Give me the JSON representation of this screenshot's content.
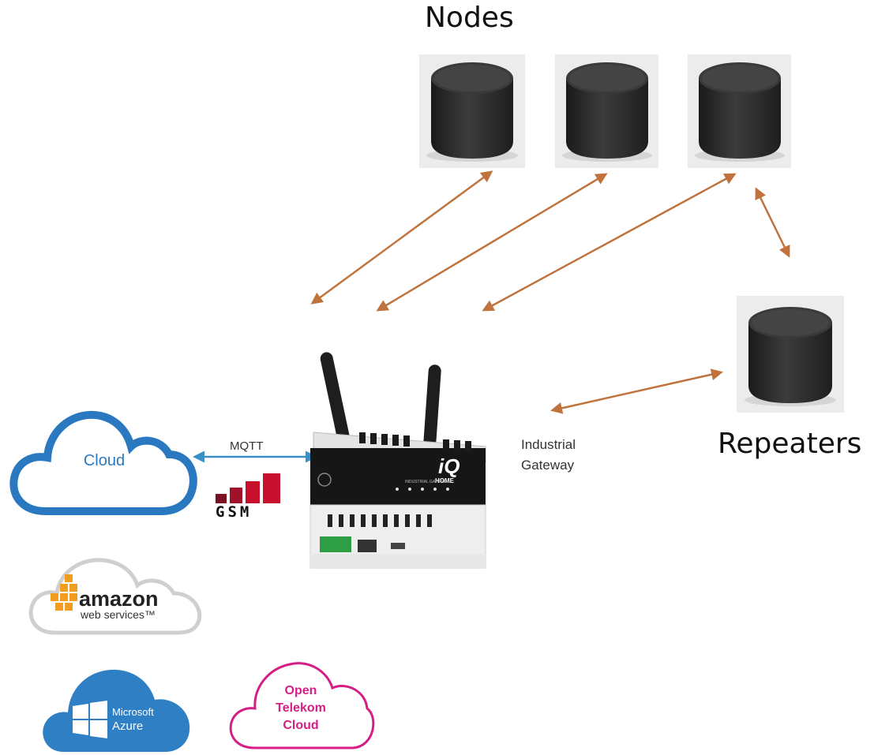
{
  "diagram": {
    "nodes_label": "Nodes",
    "repeaters_label": "Repeaters",
    "gateway_label_line1": "Industrial",
    "gateway_label_line2": "Gateway",
    "protocol_label": "MQTT",
    "gsm_label": "GSM",
    "gateway_brand": "iQ",
    "gateway_brand_sub": "HOME",
    "gateway_model": "INDUSTRIAL GATEWAY",
    "clouds": {
      "generic": "Cloud",
      "amazon_line1": "amazon",
      "amazon_line2": "web services™",
      "azure_line1": "Microsoft",
      "azure_line2": "Azure",
      "telekom_line1": "Open",
      "telekom_line2": "Telekom",
      "telekom_line3": "Cloud"
    }
  },
  "colors": {
    "link": "#c0733d",
    "mqtt_link": "#3b8fc7",
    "cloud_blue": "#2a79c0",
    "telekom_magenta": "#d61e86",
    "gsm_red": "#c8102e",
    "device_dark": "#2b2b2b"
  }
}
